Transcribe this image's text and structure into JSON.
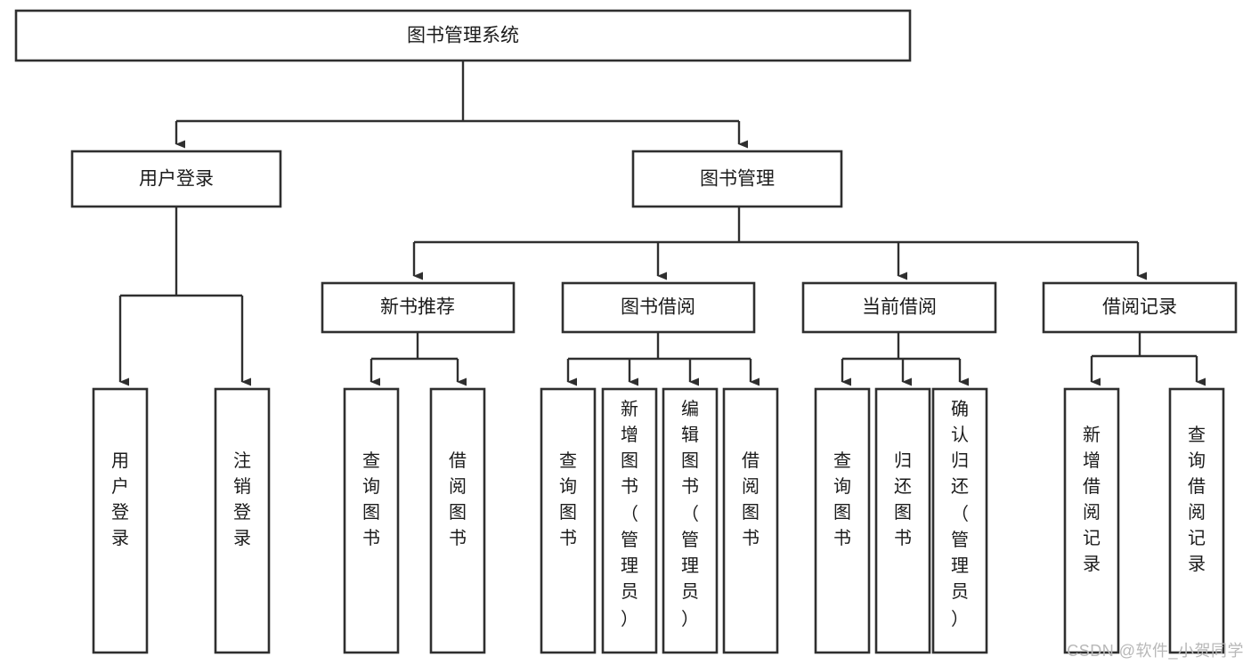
{
  "diagram": {
    "title": "图书管理系统",
    "type": "tree-hierarchy-diagram",
    "colors": {
      "stroke": "#2f2f2f",
      "fill": "#ffffff",
      "text": "#1b1b1b",
      "watermark": "#b8b8b8"
    },
    "root": {
      "id": "root",
      "label": "图书管理系统"
    },
    "level2": [
      {
        "id": "user-login",
        "label": "用户登录"
      },
      {
        "id": "book-management",
        "label": "图书管理"
      }
    ],
    "level3": [
      {
        "id": "new-book-recommend",
        "label": "新书推荐",
        "parent": "book-management"
      },
      {
        "id": "book-borrow",
        "label": "图书借阅",
        "parent": "book-management"
      },
      {
        "id": "current-borrow",
        "label": "当前借阅",
        "parent": "book-management"
      },
      {
        "id": "borrow-record",
        "label": "借阅记录",
        "parent": "book-management"
      }
    ],
    "leaves": {
      "user-login": [
        {
          "id": "leaf-user-login",
          "label": "用户登录"
        },
        {
          "id": "leaf-logout-login",
          "label": "注销登录"
        }
      ],
      "new-book-recommend": [
        {
          "id": "leaf-query-book-1",
          "label": "查询图书"
        },
        {
          "id": "leaf-borrow-book-1",
          "label": "借阅图书"
        }
      ],
      "book-borrow": [
        {
          "id": "leaf-query-book-2",
          "label": "查询图书"
        },
        {
          "id": "leaf-add-book-admin",
          "label": "新增图书（管理员）"
        },
        {
          "id": "leaf-edit-book-admin",
          "label": "编辑图书（管理员）"
        },
        {
          "id": "leaf-borrow-book-2",
          "label": "借阅图书"
        }
      ],
      "current-borrow": [
        {
          "id": "leaf-query-book-3",
          "label": "查询图书"
        },
        {
          "id": "leaf-return-book",
          "label": "归还图书"
        },
        {
          "id": "leaf-confirm-return-admin",
          "label": "确认归还（管理员）"
        }
      ],
      "borrow-record": [
        {
          "id": "leaf-add-borrow-record",
          "label": "新增借阅记录"
        },
        {
          "id": "leaf-query-borrow-record",
          "label": "查询借阅记录"
        }
      ]
    }
  },
  "watermark": {
    "text": "CSDN @软件_小贺同学"
  }
}
